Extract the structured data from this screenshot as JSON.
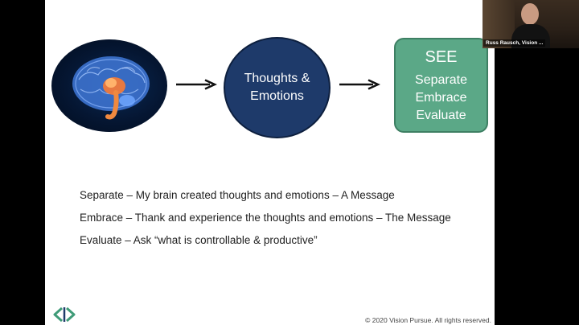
{
  "slide": {
    "flow": {
      "middle_lines": [
        "Thoughts &",
        "Emotions"
      ],
      "see_title": "SEE",
      "see_items": [
        "Separate",
        "Embrace",
        "Evaluate"
      ]
    },
    "bullets": [
      "Separate – My brain created thoughts and emotions – A Message",
      "Embrace – Thank and experience the thoughts and emotions – The Message",
      "Evaluate – Ask “what is controllable & productive”"
    ],
    "copyright": "© 2020 Vision Pursue. All rights reserved."
  },
  "video": {
    "participant_name": "Russ Rausch, Vision ..."
  },
  "colors": {
    "circle": "#1e3a6a",
    "see_box": "#5ba887",
    "logo_green": "#3f9b78"
  },
  "icons": [
    "brain-image",
    "arrow-right-icon",
    "vision-pursue-logo"
  ]
}
